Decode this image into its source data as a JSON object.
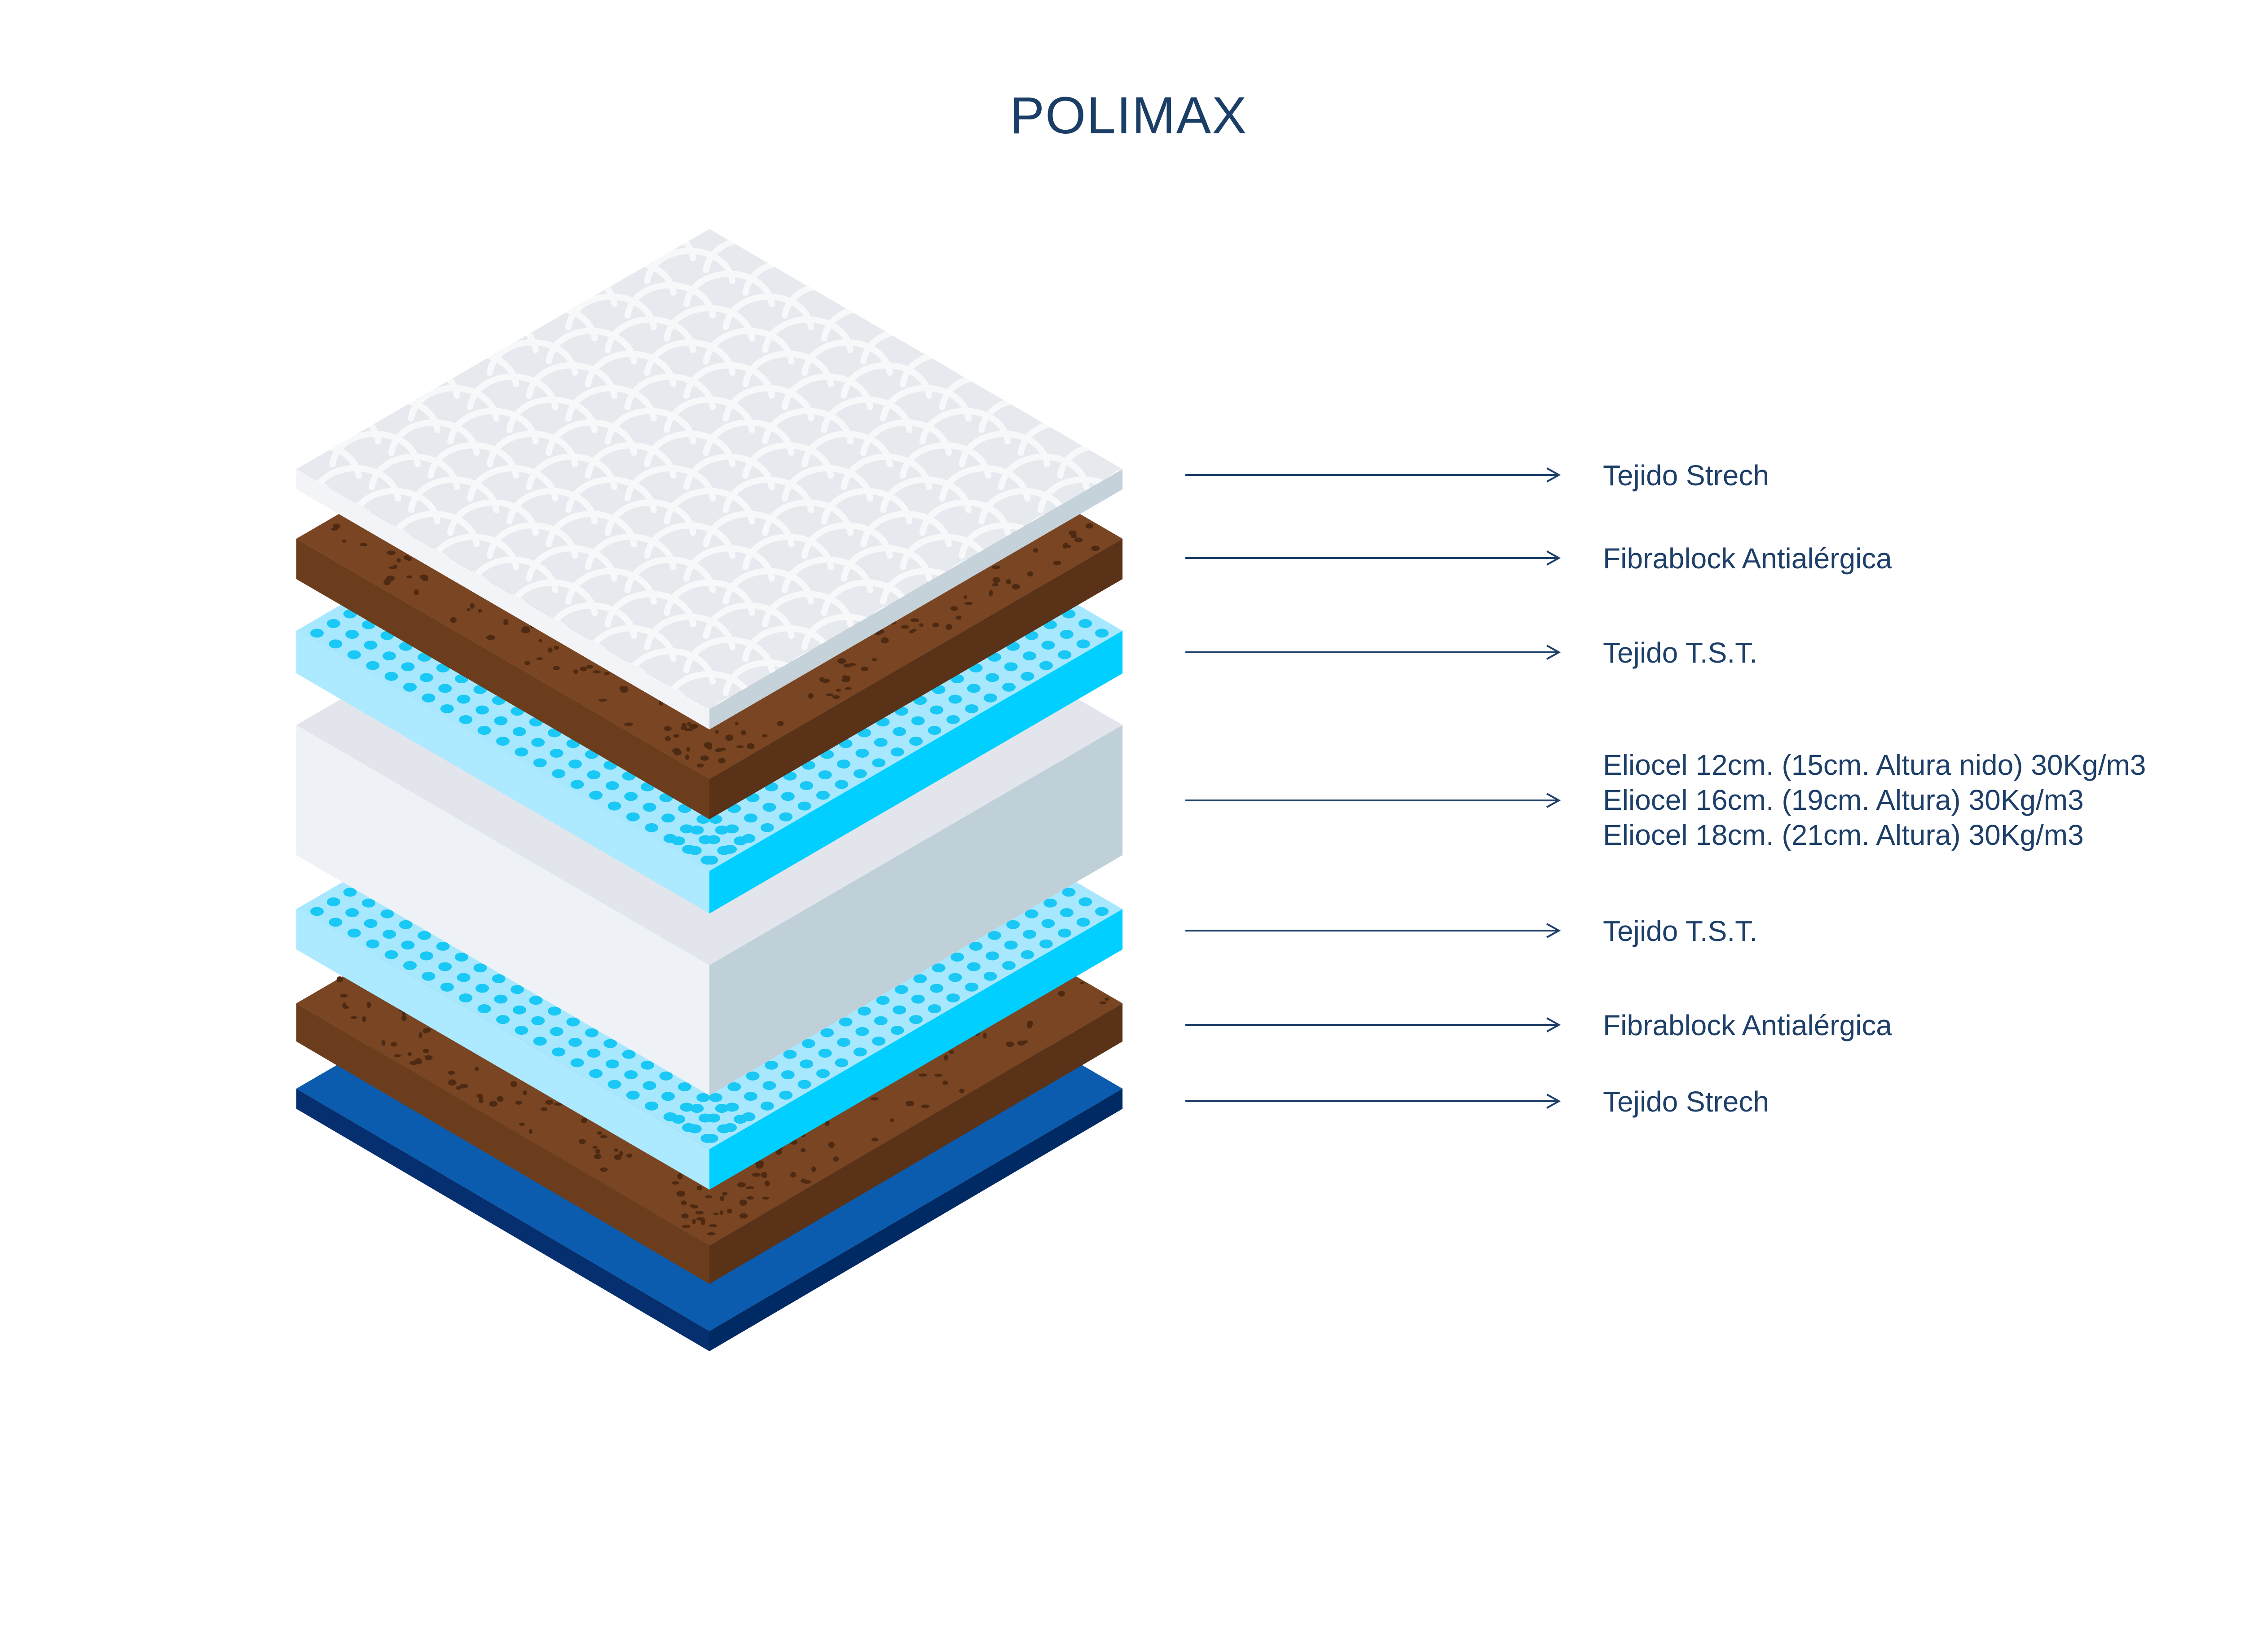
{
  "title": "POLIMAX",
  "layers": [
    {
      "label": "Tejido Strech",
      "material": "quilted-fabric",
      "color": "#e6e9ee"
    },
    {
      "label": "Fibrablock Antialérgica",
      "material": "fiber",
      "color": "#7a4522"
    },
    {
      "label": "Tejido T.S.T.",
      "material": "perforated-fabric",
      "color": "#a8e8ff"
    },
    {
      "label_lines": [
        "Eliocel 12cm. (15cm. Altura nido) 30Kg/m3",
        "Eliocel 16cm. (19cm. Altura) 30Kg/m3",
        "Eliocel 18cm. (21cm. Altura) 30Kg/m3"
      ],
      "material": "foam",
      "color": "#eef1f5"
    },
    {
      "label": "Tejido T.S.T.",
      "material": "perforated-fabric",
      "color": "#a8e8ff"
    },
    {
      "label": "Fibrablock Antialérgica",
      "material": "fiber",
      "color": "#7a4522"
    },
    {
      "label": "Tejido Strech",
      "material": "base-fabric",
      "color": "#0b5cae"
    }
  ]
}
